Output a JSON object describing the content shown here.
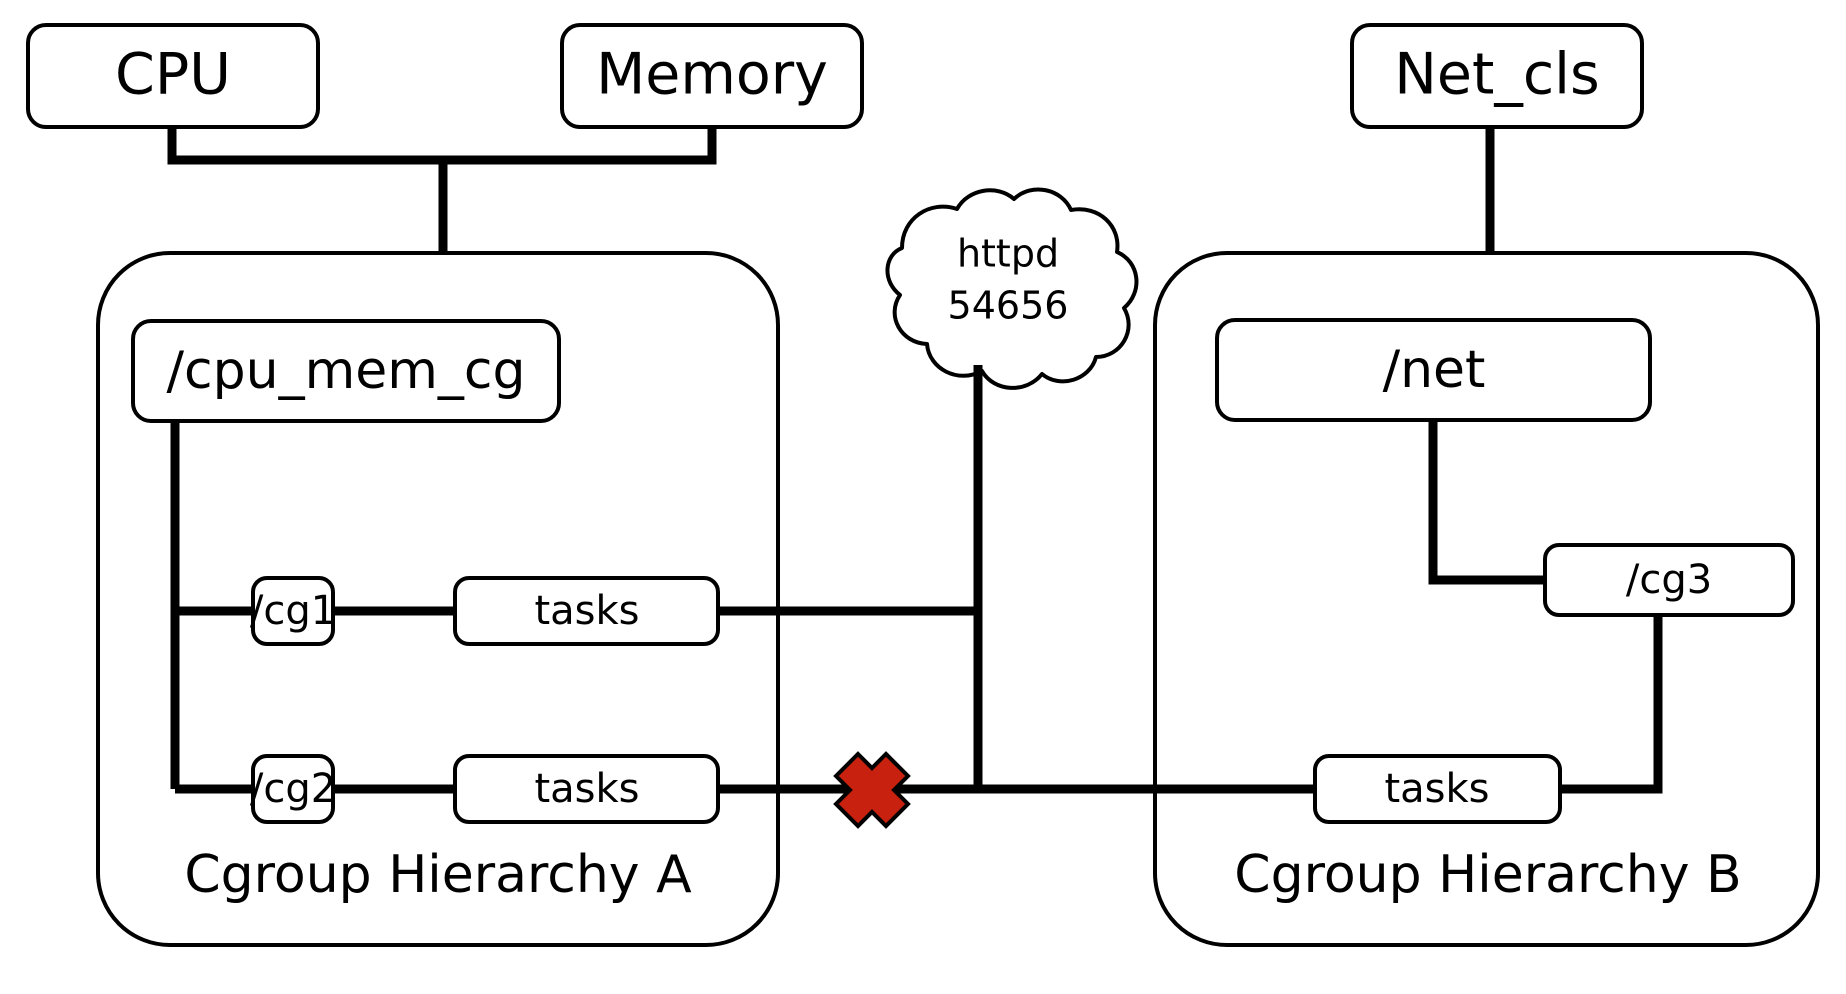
{
  "diagram": {
    "title": "Cgroup Hierarchies with httpd task migration blocked",
    "background_color": "#ffffff",
    "line_color": "#000000",
    "blocked_marker_color": "#c8210f"
  },
  "controllers": [
    {
      "id": "cpu",
      "label": "CPU"
    },
    {
      "id": "memory",
      "label": "Memory"
    },
    {
      "id": "net_cls",
      "label": "Net_cls"
    }
  ],
  "hierarchy_a": {
    "caption": "Cgroup Hierarchy A",
    "root": {
      "id": "cpu_mem_cg",
      "label": "/cpu_mem_cg"
    },
    "children": [
      {
        "id": "cg1",
        "label": "/cg1",
        "tasks_label": "tasks"
      },
      {
        "id": "cg2",
        "label": "/cg2",
        "tasks_label": "tasks"
      }
    ]
  },
  "hierarchy_b": {
    "caption": "Cgroup Hierarchy B",
    "root": {
      "id": "net",
      "label": "/net"
    },
    "children": [
      {
        "id": "cg3",
        "label": "/cg3",
        "tasks_label": "tasks"
      }
    ]
  },
  "process_cloud": {
    "name": "httpd",
    "pid": "54656"
  },
  "markers": {
    "blocked_x": "x-mark"
  }
}
